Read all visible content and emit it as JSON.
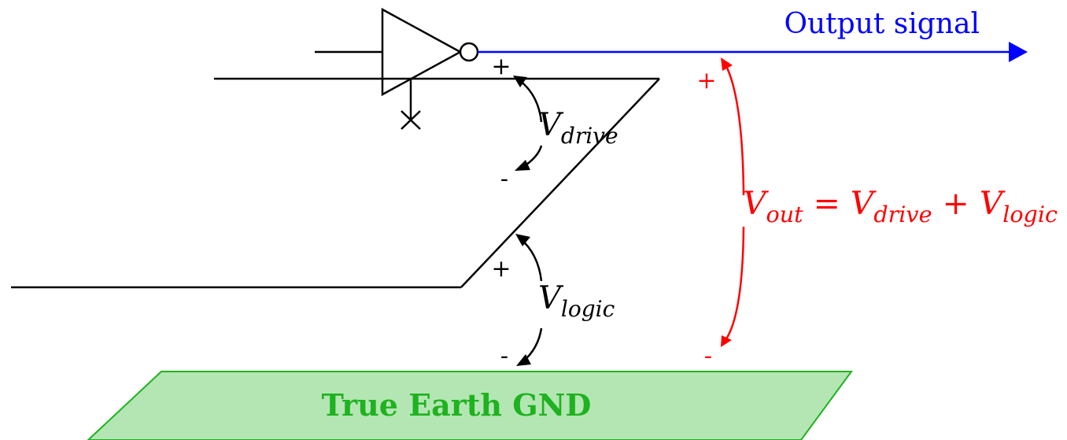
{
  "colors": {
    "line": "#000000",
    "output": "#0000ff",
    "vout": "#ff0000",
    "ground_fill": "#b3e6b3",
    "ground_stroke": "#1fb21f",
    "ground_text": "#1fb21f"
  },
  "output_label": "Output signal",
  "vdrive": {
    "plus": "+",
    "minus": "-",
    "main": "V",
    "sub": "drive"
  },
  "vlogic": {
    "plus": "+",
    "minus": "-",
    "main": "V",
    "sub": "logic"
  },
  "vout": {
    "plus": "+",
    "minus": "-",
    "v1": "V",
    "s1": "out",
    "eq": " = ",
    "v2": "V",
    "s2": "drive",
    "plus_op": " + ",
    "v3": "V",
    "s3": "logic"
  },
  "ground_label": "True Earth GND",
  "icons": {
    "buffer": "inverting-buffer-icon",
    "no_connect": "no-connect-x-icon"
  }
}
